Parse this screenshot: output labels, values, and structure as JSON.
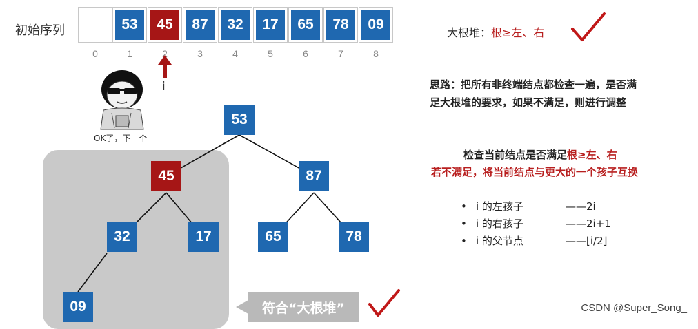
{
  "sequence_label": "初始序列",
  "array": {
    "cells": [
      "",
      "53",
      "45",
      "87",
      "32",
      "17",
      "65",
      "78",
      "09"
    ],
    "indices": [
      "0",
      "1",
      "2",
      "3",
      "4",
      "5",
      "6",
      "7",
      "8"
    ],
    "highlight_index": 2
  },
  "pointer_label": "i",
  "sticker_caption": "OK了，下一个",
  "tree": {
    "root": "53",
    "level2": [
      "45",
      "87"
    ],
    "level3": [
      "32",
      "17",
      "65",
      "78"
    ],
    "level4": [
      "09"
    ]
  },
  "callout": "符合“大根堆”",
  "right": {
    "heading_prefix": "大根堆：",
    "heading_rule": "根≥左、右",
    "idea_line1": "思路：把所有非终端结点都检查一遍，是否满",
    "idea_line2": "足大根堆的要求，如果不满足，则进行调整",
    "check_prefix": "检查当前结点是否满足",
    "check_rule": "根≥左、右",
    "swap_line": "若不满足，将当前结点与更大的一个孩子互换",
    "bullets": [
      {
        "desc": "i 的左孩子",
        "formula": "——2i"
      },
      {
        "desc": "i 的右孩子",
        "formula": "——2i+1"
      },
      {
        "desc": "i 的父节点",
        "formula": "——⌊i/2⌋"
      }
    ]
  },
  "watermark": "CSDN @Super_Song_",
  "colors": {
    "node_blue": "#1f68b0",
    "node_red": "#a61616",
    "accent_red": "#b81f1f"
  }
}
